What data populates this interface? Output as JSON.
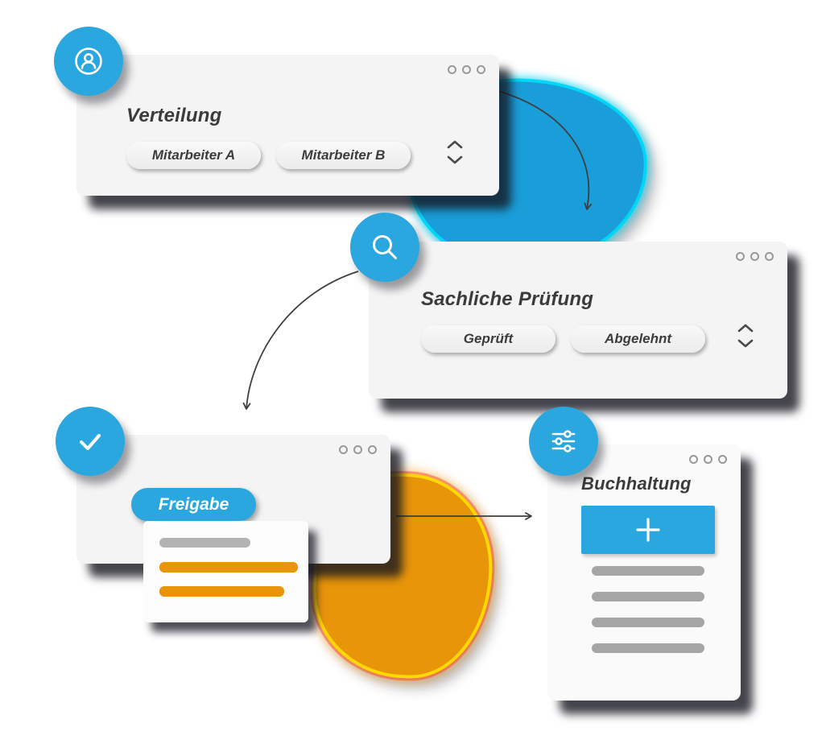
{
  "colors": {
    "accent_blue": "#2aa7de",
    "blob_blue": "#1a9ed9",
    "blob_blue_rim": "#00d7f7",
    "blob_orange": "#e8950a",
    "blob_orange_rim": "#ffd900",
    "bar_gray": "#a6a6a6",
    "bar_orange": "#e8950a",
    "text_dark": "#3b3b3b"
  },
  "cards": {
    "verteilung": {
      "badge_icon": "user-icon",
      "title": "Verteilung",
      "buttons": [
        {
          "label": "Mitarbeiter A"
        },
        {
          "label": "Mitarbeiter B"
        }
      ]
    },
    "pruefung": {
      "badge_icon": "search-icon",
      "title": "Sachliche Prüfung",
      "buttons": [
        {
          "label": "Geprüft"
        },
        {
          "label": "Abgelehnt"
        }
      ]
    },
    "freigabe": {
      "badge_icon": "check-icon",
      "button_label": "Freigabe"
    },
    "buchhaltung": {
      "badge_icon": "sliders-icon",
      "title": "Buchhaltung",
      "tile_icon": "plus-icon"
    }
  }
}
